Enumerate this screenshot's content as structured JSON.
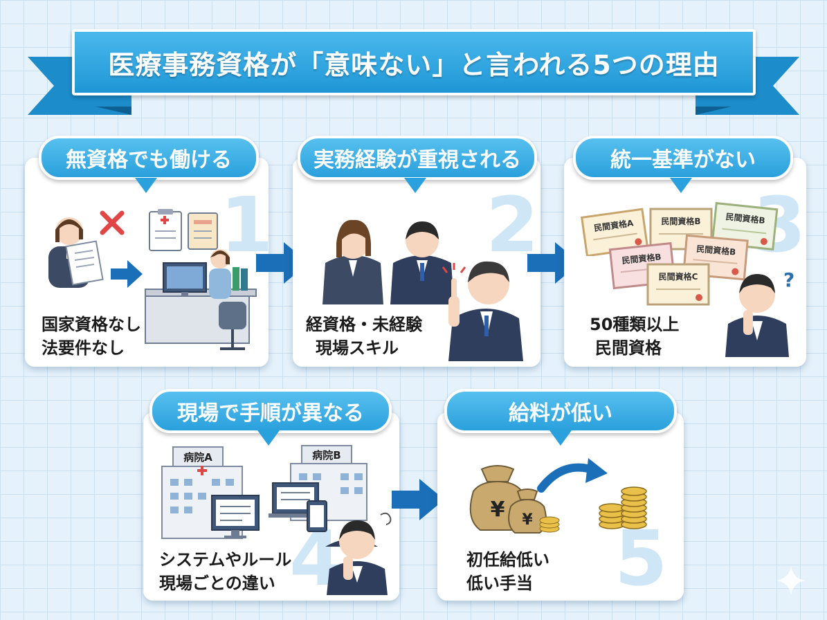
{
  "title": "医療事務資格が「意味ない」と言われる5つの理由",
  "colors": {
    "accent": "#2aa0dc",
    "arrow": "#1b6fb8",
    "number": "#cfe6f6"
  },
  "cards": [
    {
      "heading": "無資格でも働ける",
      "number": "1",
      "lines": [
        "国家資格なし",
        "法要件なし"
      ]
    },
    {
      "heading": "実務経験が重視される",
      "number": "2",
      "lines": [
        "経資格・未経験",
        "現場スキル"
      ]
    },
    {
      "heading": "統一基準がない",
      "number": "3",
      "lines": [
        "50種類以上",
        "民間資格"
      ]
    },
    {
      "heading": "現場で手順が異なる",
      "number": "4",
      "lines": [
        "システムやルール",
        "現場ごとの違い"
      ]
    },
    {
      "heading": "給料が低い",
      "number": "5",
      "lines": [
        "初任給低い",
        "低い手当"
      ]
    }
  ],
  "certificates": [
    "民間資格A",
    "民間資格B",
    "民間資格B",
    "民間資格B",
    "民間資格B",
    "民間資格C"
  ],
  "hospitals": [
    "病院A",
    "病院B"
  ],
  "yen": "¥",
  "question": "?",
  "icons": [
    "cross-icon",
    "arrow-right-icon",
    "question-icon",
    "yen-icon",
    "sparkle-icon"
  ]
}
